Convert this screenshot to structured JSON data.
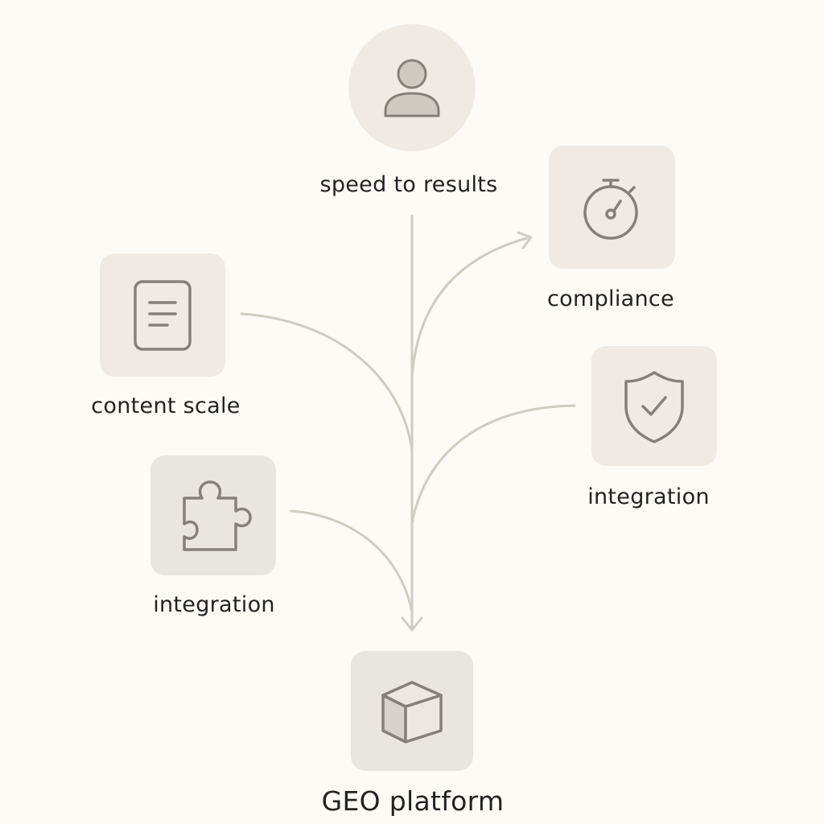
{
  "colors": {
    "background": "#fcfbf6",
    "tile": "#f0ebe2",
    "tile_gray": "#e9e6e0",
    "icon_stroke": "#858178",
    "connector": "#cfcdc2"
  },
  "nodes": {
    "speed": {
      "label": "speed to results",
      "icon": "user-icon"
    },
    "compliance": {
      "label": "compliance",
      "icon": "stopwatch-icon"
    },
    "content_scale": {
      "label": "content scale",
      "icon": "document-icon"
    },
    "integration_right": {
      "label": "integration",
      "icon": "shield-check-icon"
    },
    "integration_left": {
      "label": "integration",
      "icon": "puzzle-piece-icon"
    },
    "geo_platform": {
      "label": "GEO platform",
      "icon": "cube-icon"
    }
  }
}
